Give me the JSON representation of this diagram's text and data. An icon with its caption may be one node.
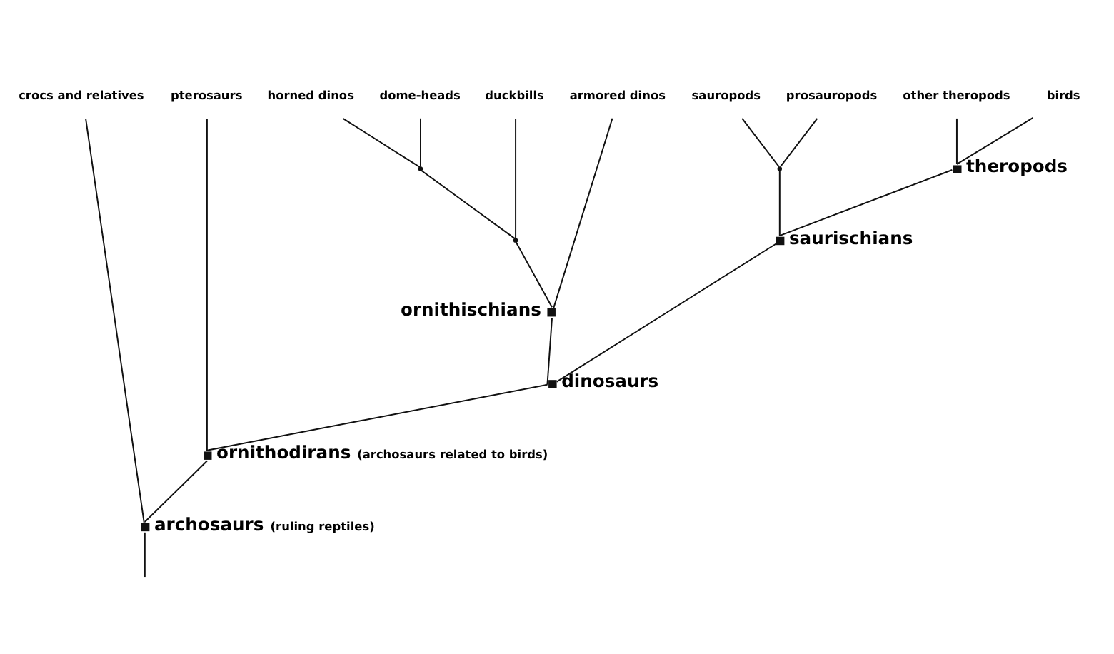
{
  "diagram": {
    "nodes": [
      {
        "text": [
          "crocs and relatives"
        ]
      },
      {
        "text": [
          "pterosaurs"
        ]
      },
      {
        "text": [
          "horned dinos"
        ]
      },
      {
        "text": [
          "dome-heads"
        ]
      },
      {
        "text": [
          "duckbills"
        ]
      },
      {
        "text": [
          "armored dinos"
        ]
      },
      {
        "text": [
          "sauropods"
        ]
      },
      {
        "text": [
          "prosauropods"
        ]
      },
      {
        "text": [
          "other theropods"
        ]
      },
      {
        "text": [
          "birds"
        ]
      },
      {
        "text": [
          "theropods"
        ]
      },
      {
        "text": [
          "ornithischians"
        ]
      },
      {
        "text": [
          "saurischians"
        ]
      },
      {
        "text": [
          "dinosaurs"
        ]
      },
      {
        "text": [
          "ornithodirans",
          "(archosaurs related to birds)"
        ]
      },
      {
        "text": [
          "archosaurs",
          "(ruling reptiles)"
        ]
      },
      {
        "text": [],
        "shape": "point"
      },
      {
        "text": [],
        "shape": "point"
      },
      {
        "text": [],
        "shape": "point"
      }
    ],
    "edges": [
      {
        "from": null,
        "to": 15,
        "arrow": "none"
      },
      {
        "from": 15,
        "to": 0,
        "arrow": "none"
      },
      {
        "from": 15,
        "to": 14,
        "arrow": "none"
      },
      {
        "from": 14,
        "to": 1,
        "arrow": "none"
      },
      {
        "from": 14,
        "to": 13,
        "arrow": "none"
      },
      {
        "from": 13,
        "to": 11,
        "arrow": "none"
      },
      {
        "from": 13,
        "to": 12,
        "arrow": "none"
      },
      {
        "from": 11,
        "to": 17,
        "arrow": "none"
      },
      {
        "from": 11,
        "to": 5,
        "arrow": "none"
      },
      {
        "from": 17,
        "to": 16,
        "arrow": "none"
      },
      {
        "from": 17,
        "to": 4,
        "arrow": "none"
      },
      {
        "from": 16,
        "to": 2,
        "arrow": "none"
      },
      {
        "from": 16,
        "to": 3,
        "arrow": "none"
      },
      {
        "from": 12,
        "to": 18,
        "arrow": "none"
      },
      {
        "from": 12,
        "to": 10,
        "arrow": "none"
      },
      {
        "from": 18,
        "to": 6,
        "arrow": "none"
      },
      {
        "from": 18,
        "to": 7,
        "arrow": "none"
      },
      {
        "from": 10,
        "to": 8,
        "arrow": "none"
      },
      {
        "from": 10,
        "to": 9,
        "arrow": "none"
      }
    ]
  }
}
